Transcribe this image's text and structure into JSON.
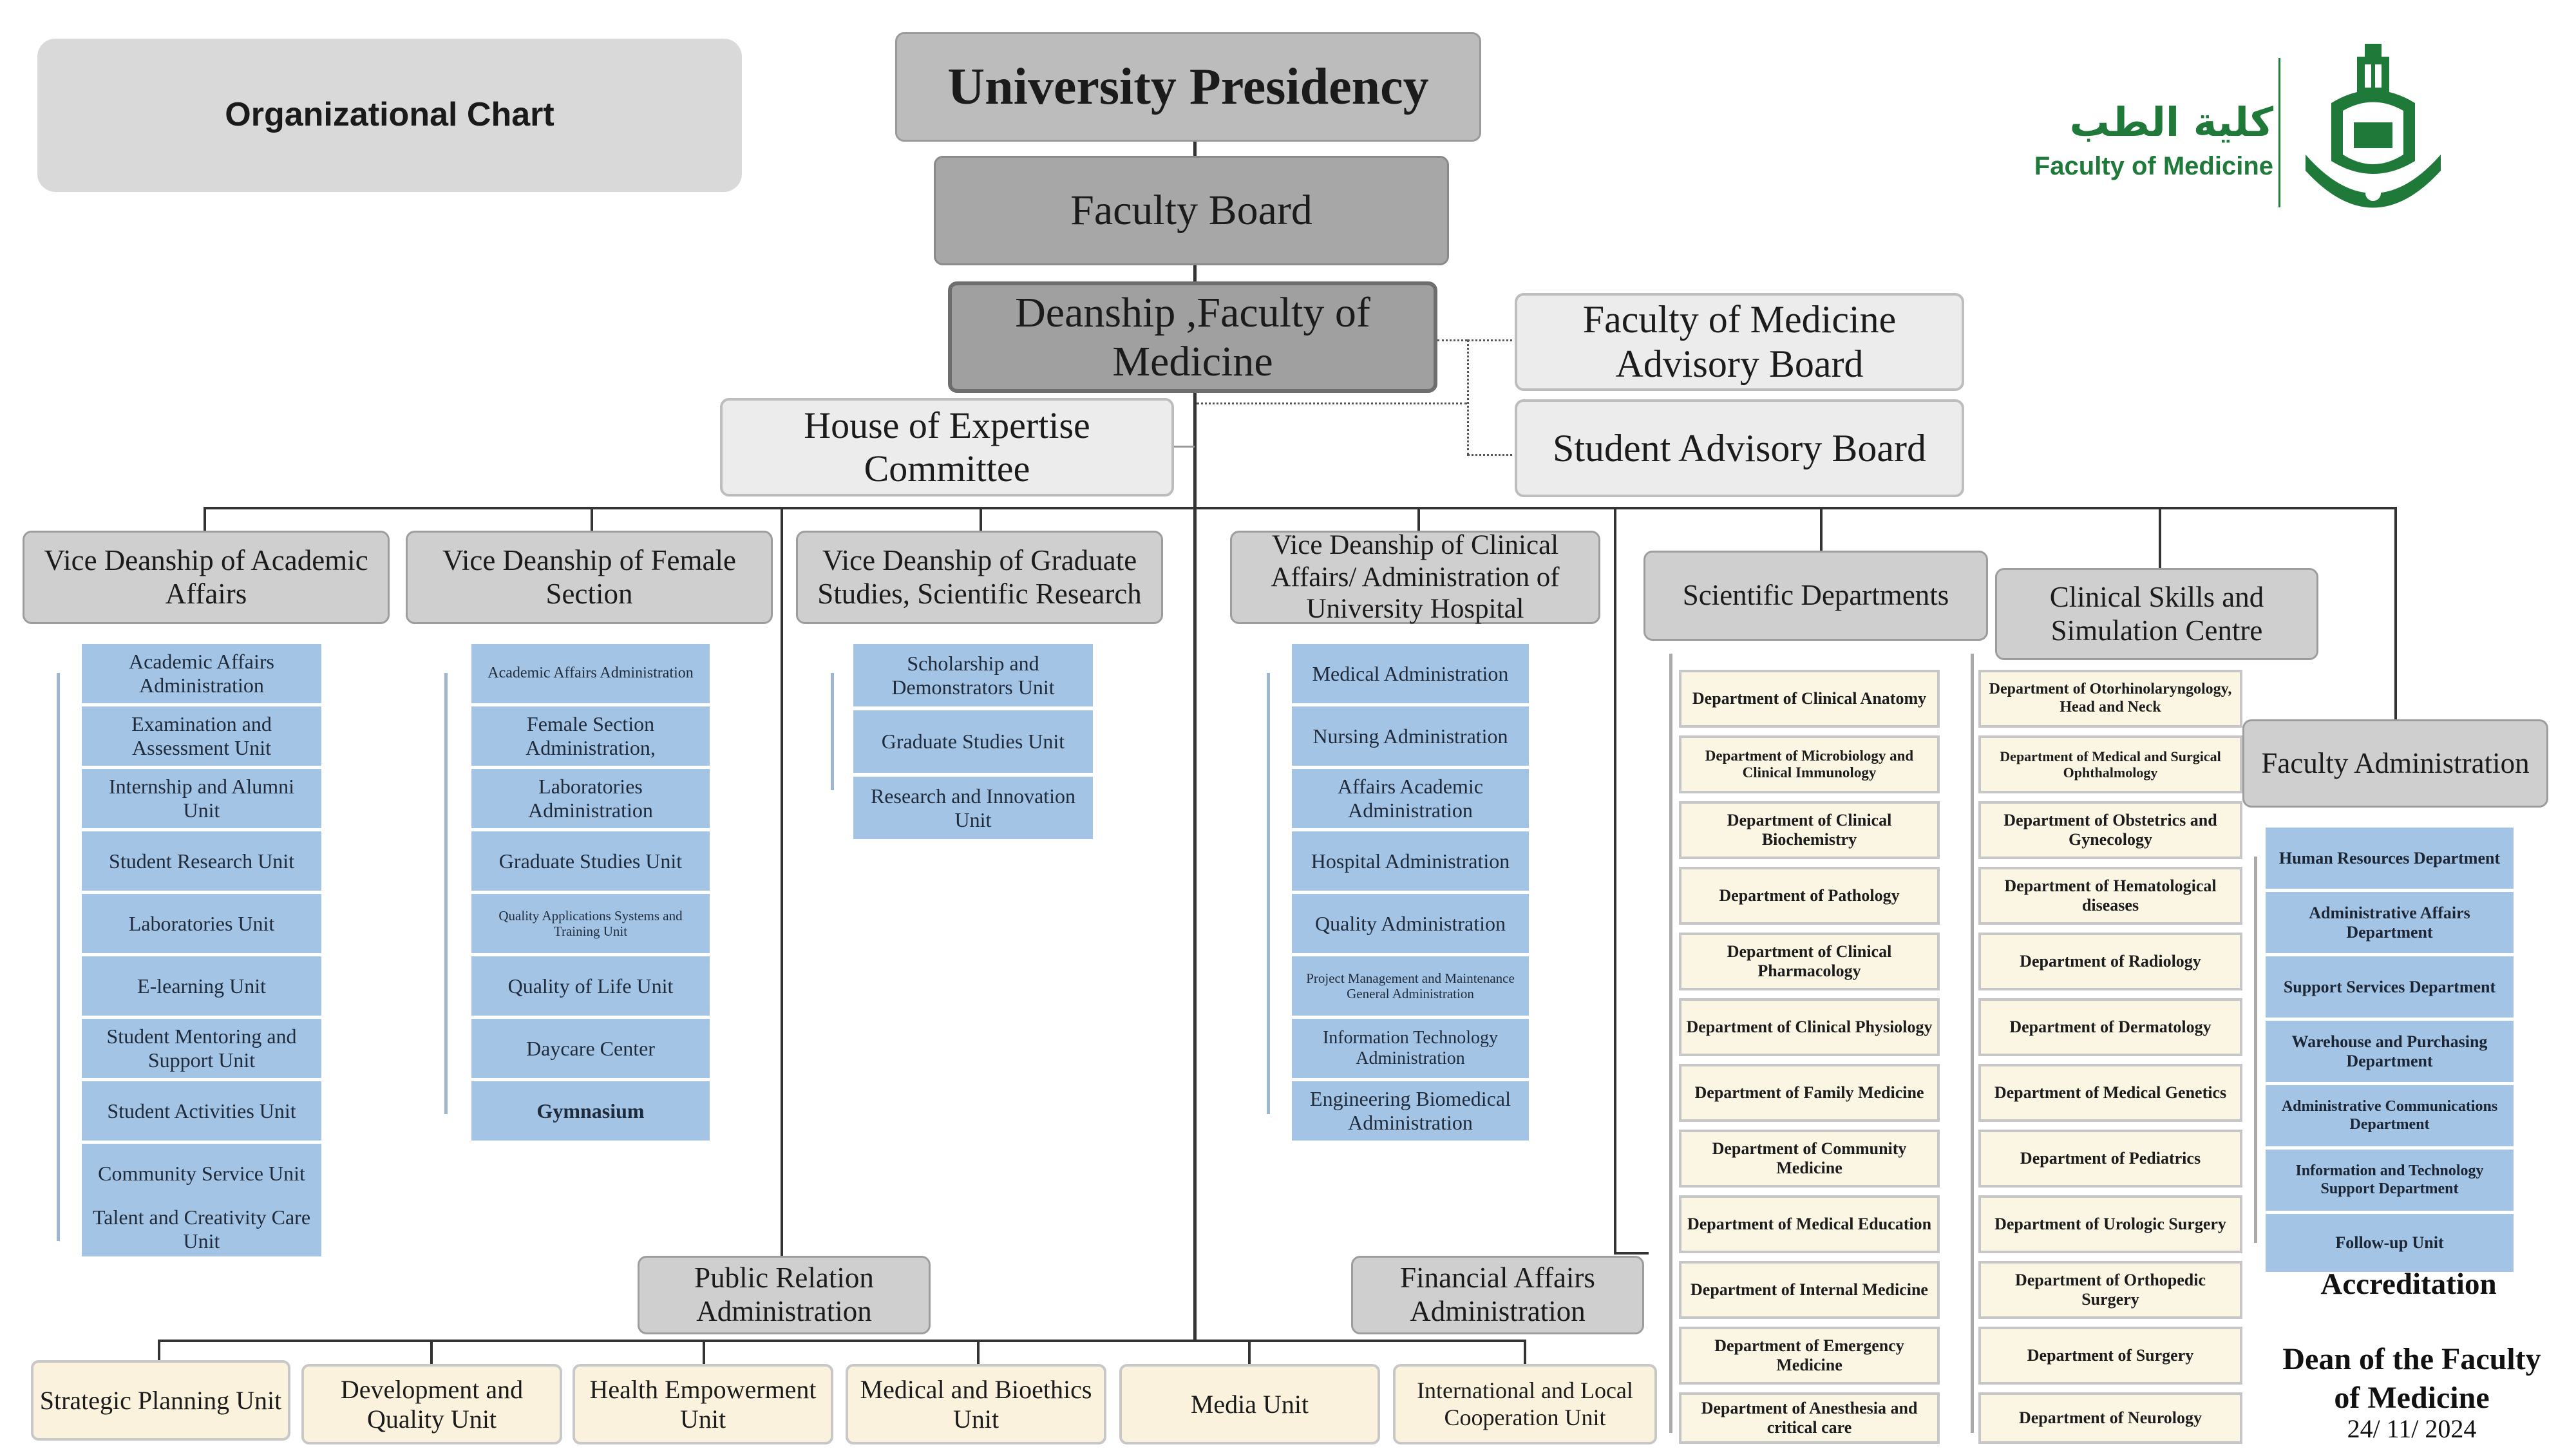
{
  "header": {
    "chart_label": "Organizational Chart",
    "presidency": "University Presidency",
    "faculty_board": "Faculty Board",
    "deanship": "Deanship ,Faculty of Medicine",
    "house_of_expertise": "House of Expertise Committee",
    "advisory_board": "Faculty of Medicine Advisory Board",
    "student_advisory_board": "Student Advisory Board",
    "logo_arabic": "كلية الطب",
    "logo_english": "Faculty of Medicine"
  },
  "vice_deanships": [
    {
      "title": "Vice Deanship of Academic Affairs",
      "units": [
        "Academic Affairs Administration",
        "Examination and Assessment Unit",
        "Internship and Alumni Unit",
        "Student Research Unit",
        "Laboratories Unit",
        "E-learning Unit",
        "Student Mentoring and Support Unit",
        "Student Activities Unit",
        "Community Service Unit",
        "Talent and Creativity Care Unit"
      ]
    },
    {
      "title": "Vice Deanship of Female Section",
      "units": [
        "Academic Affairs Administration",
        "Female Section Administration,",
        "Laboratories Administration",
        "Graduate Studies Unit",
        "Quality Applications Systems and Training Unit",
        "Quality of Life Unit",
        "Daycare Center",
        "Gymnasium"
      ]
    },
    {
      "title": "Vice Deanship of Graduate Studies, Scientific Research",
      "units": [
        "Scholarship and Demonstrators Unit",
        "Graduate Studies Unit",
        "Research and Innovation Unit"
      ]
    },
    {
      "title": "Vice Deanship of Clinical Affairs/ Administration of University Hospital",
      "units": [
        "Medical Administration",
        "Nursing Administration",
        "Affairs Academic Administration",
        "Hospital Administration",
        "Quality Administration",
        "Project Management and Maintenance General Administration",
        "Information Technology Administration",
        "Engineering Biomedical Administration"
      ]
    }
  ],
  "scientific_departments": {
    "title": "Scientific Departments",
    "col1": [
      "Department of Clinical Anatomy",
      "Department of Microbiology and Clinical Immunology",
      "Department of Clinical Biochemistry",
      "Department of Pathology",
      "Department of Clinical Pharmacology",
      "Department of Clinical Physiology",
      "Department of Family Medicine",
      "Department of Community Medicine",
      "Department of Medical Education",
      "Department of Internal Medicine",
      "Department of Emergency Medicine",
      "Department of Anesthesia and critical care"
    ],
    "col2": [
      "Department of Otorhinolaryngology, Head and Neck",
      "Department of Medical and Surgical Ophthalmology",
      "Department of Obstetrics and Gynecology",
      "Department of Hematological diseases",
      "Department of Radiology",
      "Department of Dermatology",
      "Department of Medical Genetics",
      "Department of Pediatrics",
      "Department of Urologic Surgery",
      "Department of Orthopedic Surgery",
      "Department of Surgery",
      "Department of Neurology"
    ]
  },
  "clinical_skills": "Clinical Skills and Simulation Centre",
  "faculty_administration": {
    "title": "Faculty Administration",
    "units": [
      "Human Resources Department",
      "Administrative Affairs Department",
      "Support Services Department",
      "Warehouse and Purchasing Department",
      "Administrative Communications Department",
      "Information and Technology Support Department",
      "Follow-up Unit"
    ]
  },
  "public_relation": "Public Relation Administration",
  "financial_affairs": "Financial Affairs Administration",
  "bottom_units": [
    "Strategic Planning Unit",
    "Development and Quality Unit",
    "Health Empowerment Unit",
    "Medical and Bioethics Unit",
    "Media Unit",
    "International and Local Cooperation Unit"
  ],
  "footer": {
    "accreditation": "Accreditation",
    "dean_line1": "Dean of the Faculty",
    "dean_line2": "of Medicine",
    "date": "24/ 11/ 2024"
  }
}
